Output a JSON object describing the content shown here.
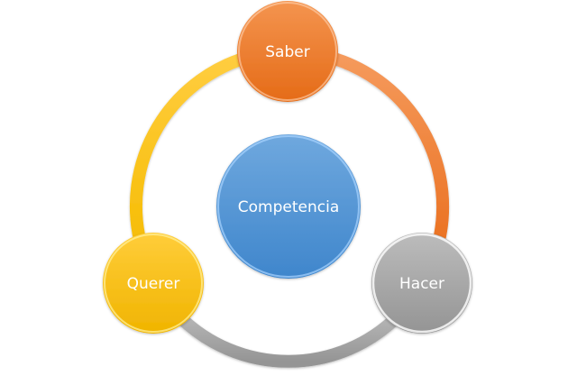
{
  "diagram": {
    "center": {
      "label": "Competencia",
      "color": "#4a8fd6"
    },
    "nodes": [
      {
        "id": "saber",
        "label": "Saber",
        "color": "#ee7a2c"
      },
      {
        "id": "hacer",
        "label": "Hacer",
        "color": "#a5a5a5"
      },
      {
        "id": "querer",
        "label": "Querer",
        "color": "#fcc10f"
      }
    ],
    "arcs": [
      {
        "from": "saber",
        "to": "hacer",
        "color": "#ee7a2c"
      },
      {
        "from": "hacer",
        "to": "querer",
        "color": "#a0a0a0"
      },
      {
        "from": "querer",
        "to": "saber",
        "color": "#fcc10f"
      }
    ]
  }
}
